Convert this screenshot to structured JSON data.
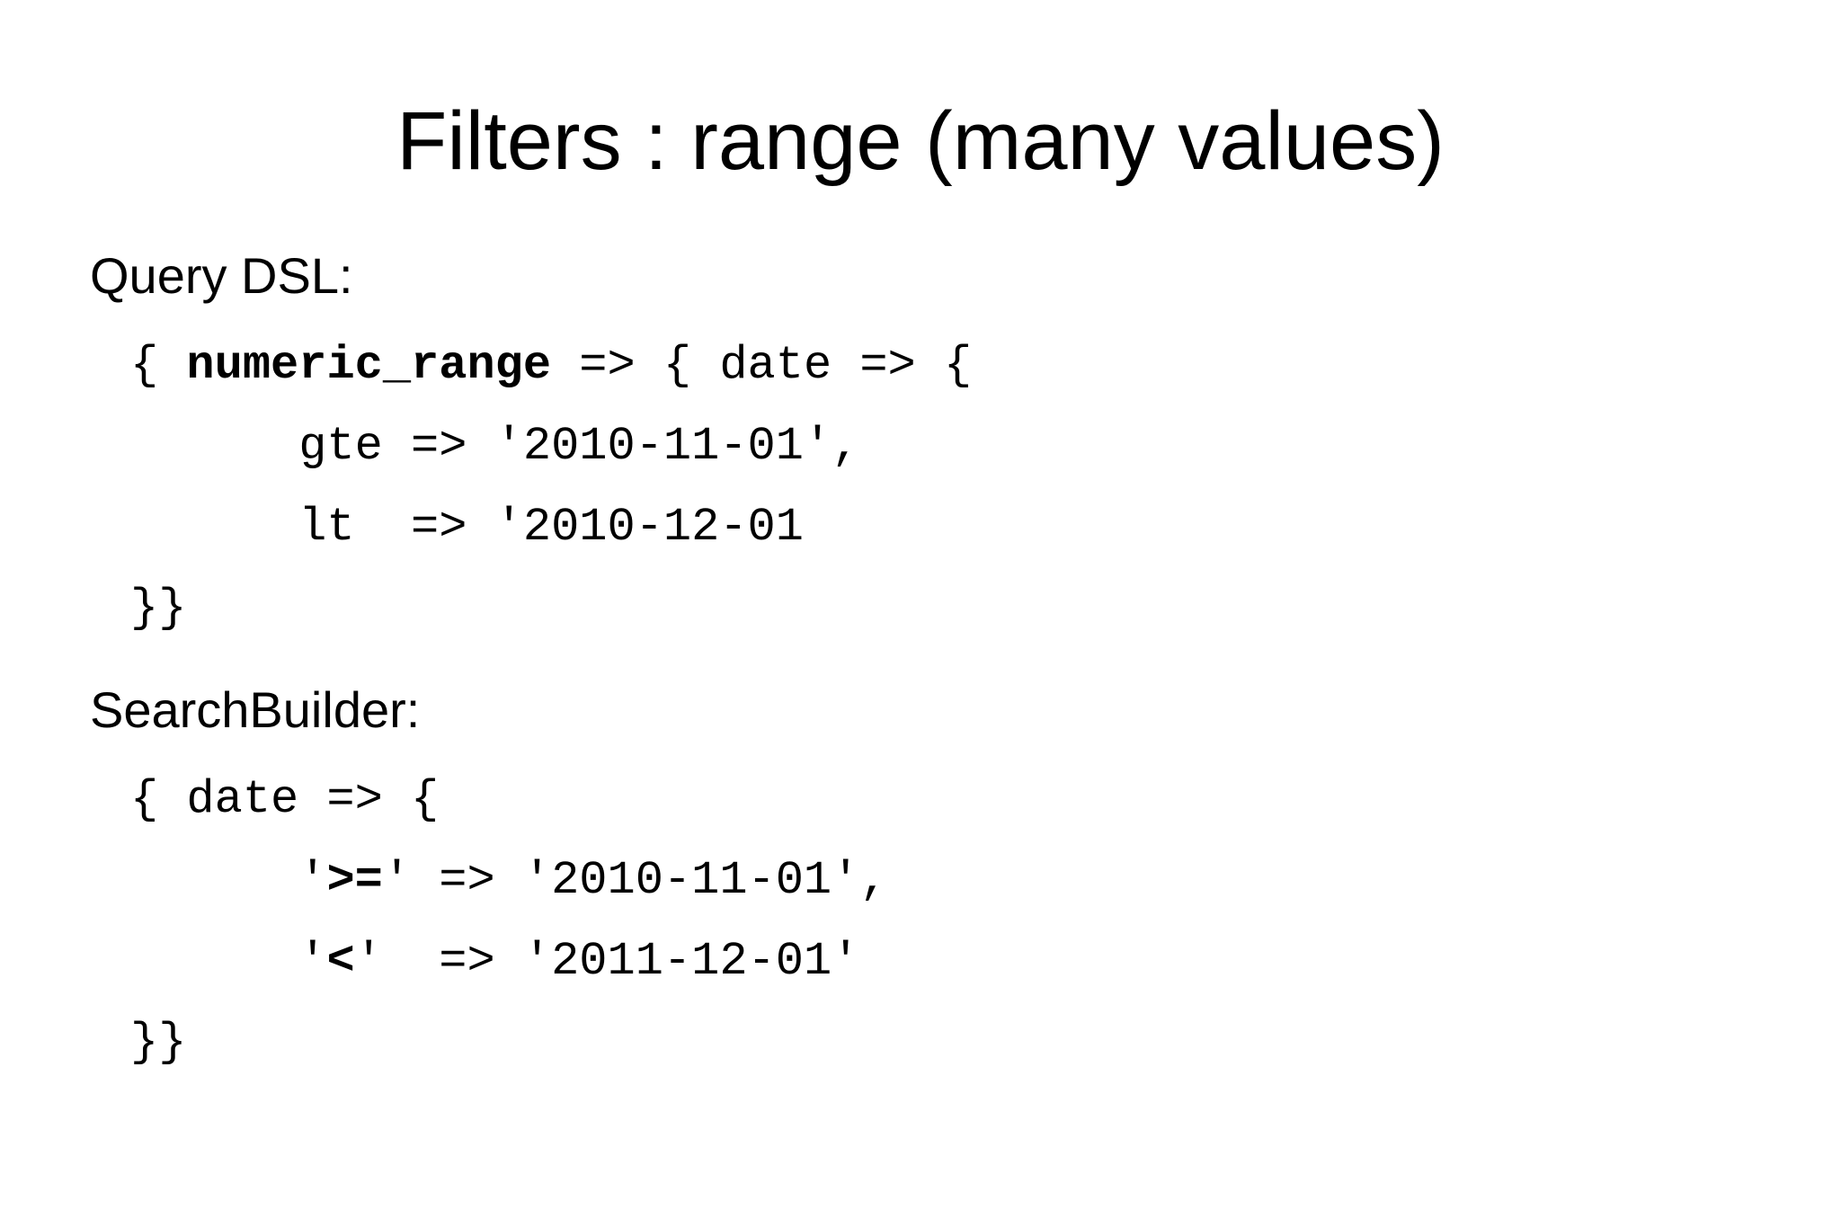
{
  "colors": {
    "background": "#ffffff",
    "text": "#000000"
  },
  "slide": {
    "title": "Filters : range (many values)",
    "sections": [
      {
        "heading": "Query DSL:",
        "code_lines": [
          [
            {
              "text": "{ ",
              "bold": false
            },
            {
              "text": "numeric_range",
              "bold": true
            },
            {
              "text": " => { date => {",
              "bold": false
            }
          ],
          [
            {
              "text": "      gte => '2010-11-01',",
              "bold": false
            }
          ],
          [
            {
              "text": "      lt  => '2010-12-01",
              "bold": false
            }
          ],
          [
            {
              "text": "}}",
              "bold": false
            }
          ]
        ]
      },
      {
        "heading": "SearchBuilder:",
        "code_lines": [
          [
            {
              "text": "{ date => {",
              "bold": false
            }
          ],
          [
            {
              "text": "      '",
              "bold": false
            },
            {
              "text": ">=",
              "bold": true
            },
            {
              "text": "' => '2010-11-01',",
              "bold": false
            }
          ],
          [
            {
              "text": "      '",
              "bold": false
            },
            {
              "text": "<",
              "bold": true
            },
            {
              "text": "'  => '2011-12-01'",
              "bold": false
            }
          ],
          [
            {
              "text": "}}",
              "bold": false
            }
          ]
        ]
      }
    ]
  }
}
